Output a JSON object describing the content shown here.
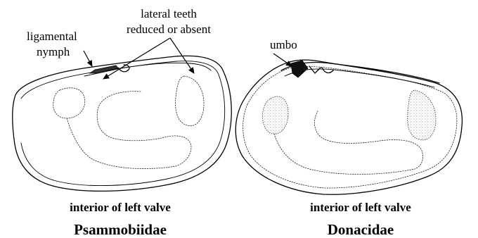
{
  "left_shell": {
    "label_ligamental_nymph": [
      "ligamental",
      "nymph"
    ],
    "label_lateral_teeth": [
      "lateral teeth",
      "reduced or absent"
    ],
    "caption": "interior of left valve",
    "family": "Psammobiidae"
  },
  "right_shell": {
    "label_umbo": "umbo",
    "caption": "interior of left valve",
    "family": "Donacidae"
  }
}
